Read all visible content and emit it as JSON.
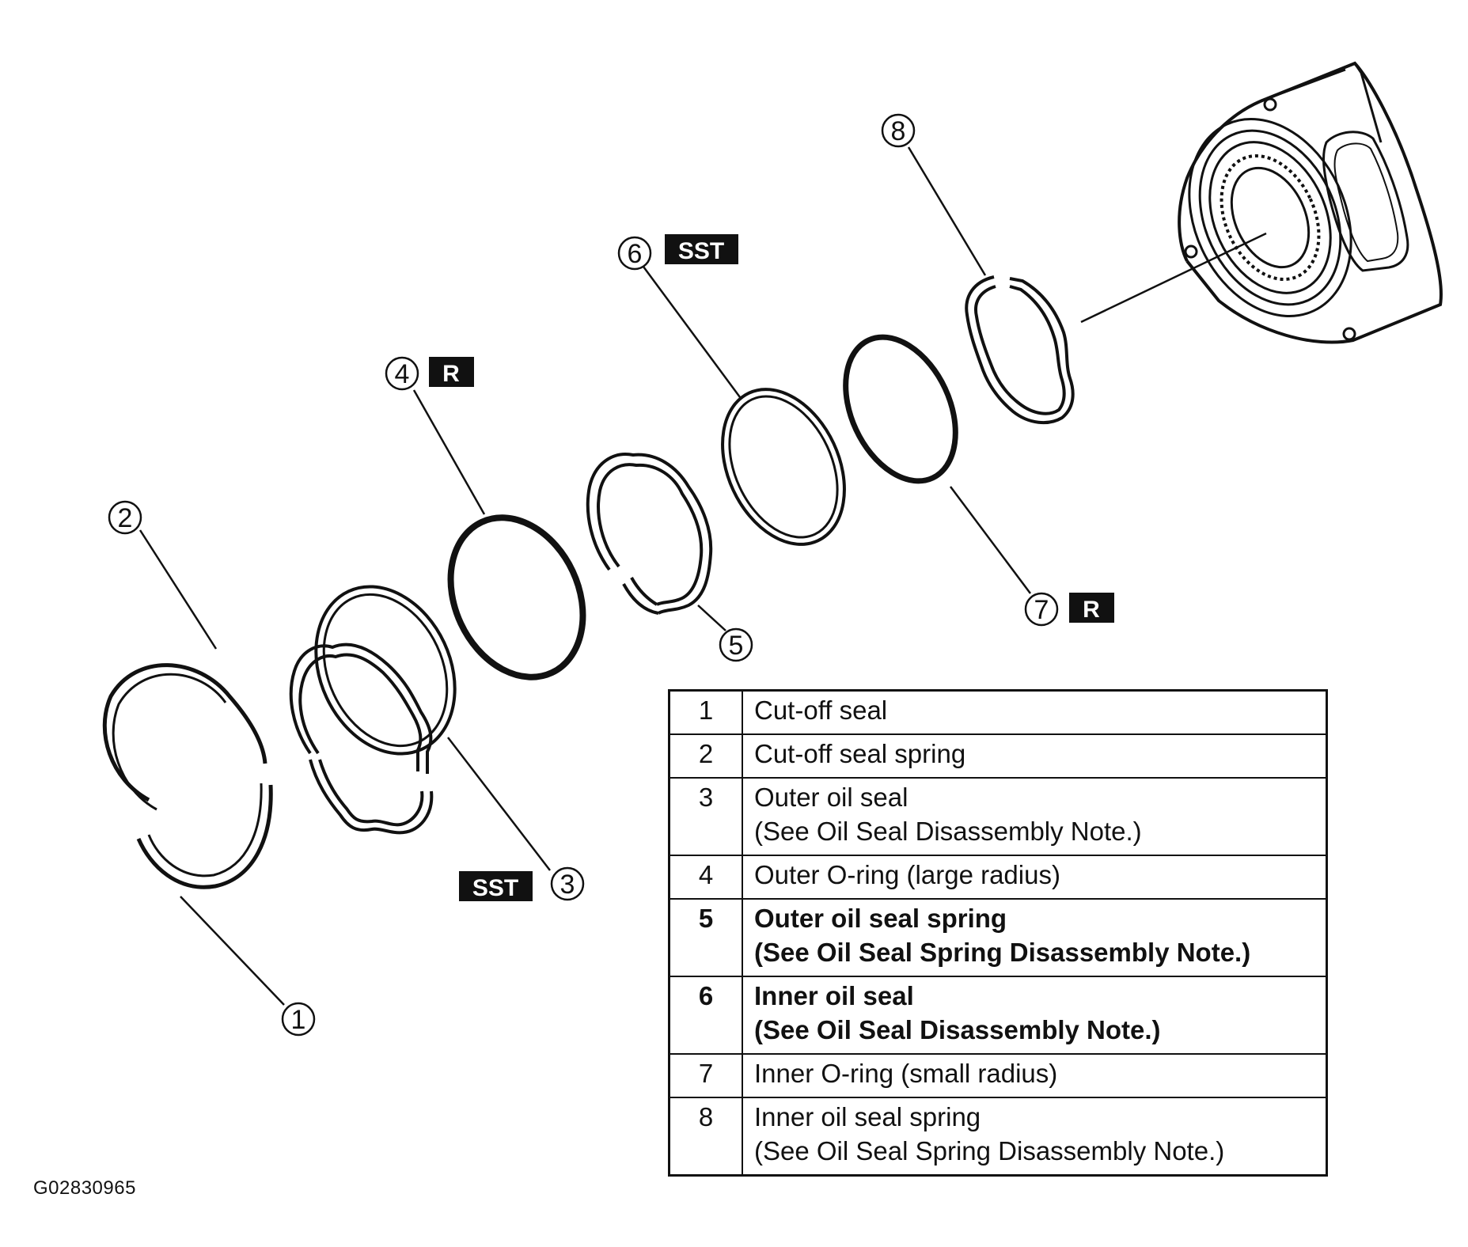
{
  "figure_id": "G02830965",
  "callouts": [
    {
      "number": "1"
    },
    {
      "number": "2"
    },
    {
      "number": "3",
      "tag": "SST"
    },
    {
      "number": "4",
      "tag": "R"
    },
    {
      "number": "5"
    },
    {
      "number": "6",
      "tag": "SST"
    },
    {
      "number": "7",
      "tag": "R"
    },
    {
      "number": "8"
    }
  ],
  "parts_table": [
    {
      "number": "1",
      "name": "Cut-off seal",
      "note": ""
    },
    {
      "number": "2",
      "name": "Cut-off seal spring",
      "note": ""
    },
    {
      "number": "3",
      "name": "Outer oil seal",
      "note": "(See Oil Seal Disassembly Note.)"
    },
    {
      "number": "4",
      "name": "Outer O-ring (large radius)",
      "note": ""
    },
    {
      "number": "5",
      "name": "Outer oil seal spring",
      "note": "(See Oil Seal Spring Disassembly Note.)"
    },
    {
      "number": "6",
      "name": "Inner oil seal",
      "note": "(See Oil Seal Disassembly Note.)"
    },
    {
      "number": "7",
      "name": "Inner O-ring (small radius)",
      "note": ""
    },
    {
      "number": "8",
      "name": "Inner oil seal spring",
      "note": "(See Oil Seal Spring Disassembly Note.)"
    }
  ]
}
